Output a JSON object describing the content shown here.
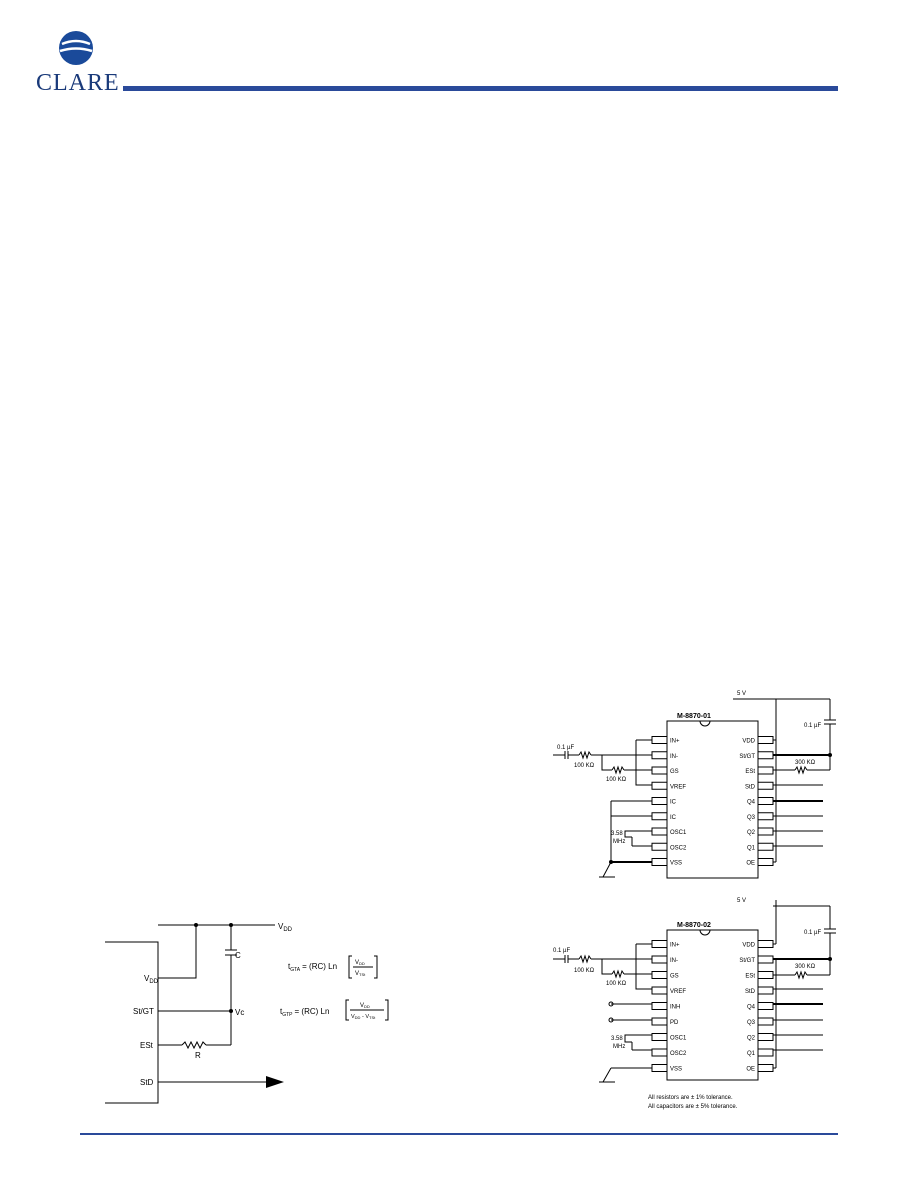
{
  "header": {
    "brand": "CLARE",
    "brand_color": "#2a4a9a"
  },
  "timing": {
    "vdd": "V",
    "vdd_sub": "DD",
    "pin_vdd": "V",
    "pin_vdd_sub": "DD",
    "pin_stgt": "St/GT",
    "pin_est": "ESt",
    "pin_std": "StD",
    "cap": "C",
    "vc": "Vc",
    "res": "R",
    "eq1_lhs": "t",
    "eq1_lhs_sub": "GTA",
    "eq1_rhs": "= (RC) Ln",
    "eq1_num": "V",
    "eq1_num_sub": "DD",
    "eq1_den": "V",
    "eq1_den_sub": "TSt",
    "eq2_lhs": "t",
    "eq2_lhs_sub": "GTP",
    "eq2_rhs": "= (RC) Ln",
    "eq2_num": "V",
    "eq2_num_sub": "DD",
    "eq2_den": "V",
    "eq2_den_mid": "DD",
    "eq2_den_sep": " - V",
    "eq2_den_sub": "TSt"
  },
  "circuit1": {
    "supply": "5 V",
    "chip": "M-8870-01",
    "cap_in": "0.1 µF",
    "r_in": "100 KΩ",
    "r_gs": "100 KΩ",
    "cap_vdd": "0.1 µF",
    "r_st": "300 KΩ",
    "crystal": "3.58",
    "crystal_unit": "MHz",
    "left_pins": [
      "IN+",
      "IN-",
      "GS",
      "VREF",
      "IC",
      "IC",
      "OSC1",
      "OSC2",
      "VSS"
    ],
    "right_pins": [
      "VDD",
      "St/GT",
      "ESt",
      "StD",
      "Q4",
      "Q3",
      "Q2",
      "Q1",
      "OE"
    ]
  },
  "circuit2": {
    "supply": "5 V",
    "chip": "M-8870-02",
    "cap_in": "0.1 µF",
    "r_in": "100 KΩ",
    "r_gs": "100 KΩ",
    "cap_vdd": "0.1 µF",
    "r_st": "300 KΩ",
    "crystal": "3.58",
    "crystal_unit": "MHz",
    "left_pins": [
      "IN+",
      "IN-",
      "GS",
      "VREF",
      "INH",
      "PD",
      "OSC1",
      "OSC2",
      "VSS"
    ],
    "right_pins": [
      "VDD",
      "St/GT",
      "ESt",
      "StD",
      "Q4",
      "Q3",
      "Q2",
      "Q1",
      "OE"
    ],
    "note1": "All resistors are ± 1% tolerance.",
    "note2": "All capacitors are ± 5% tolerance."
  }
}
